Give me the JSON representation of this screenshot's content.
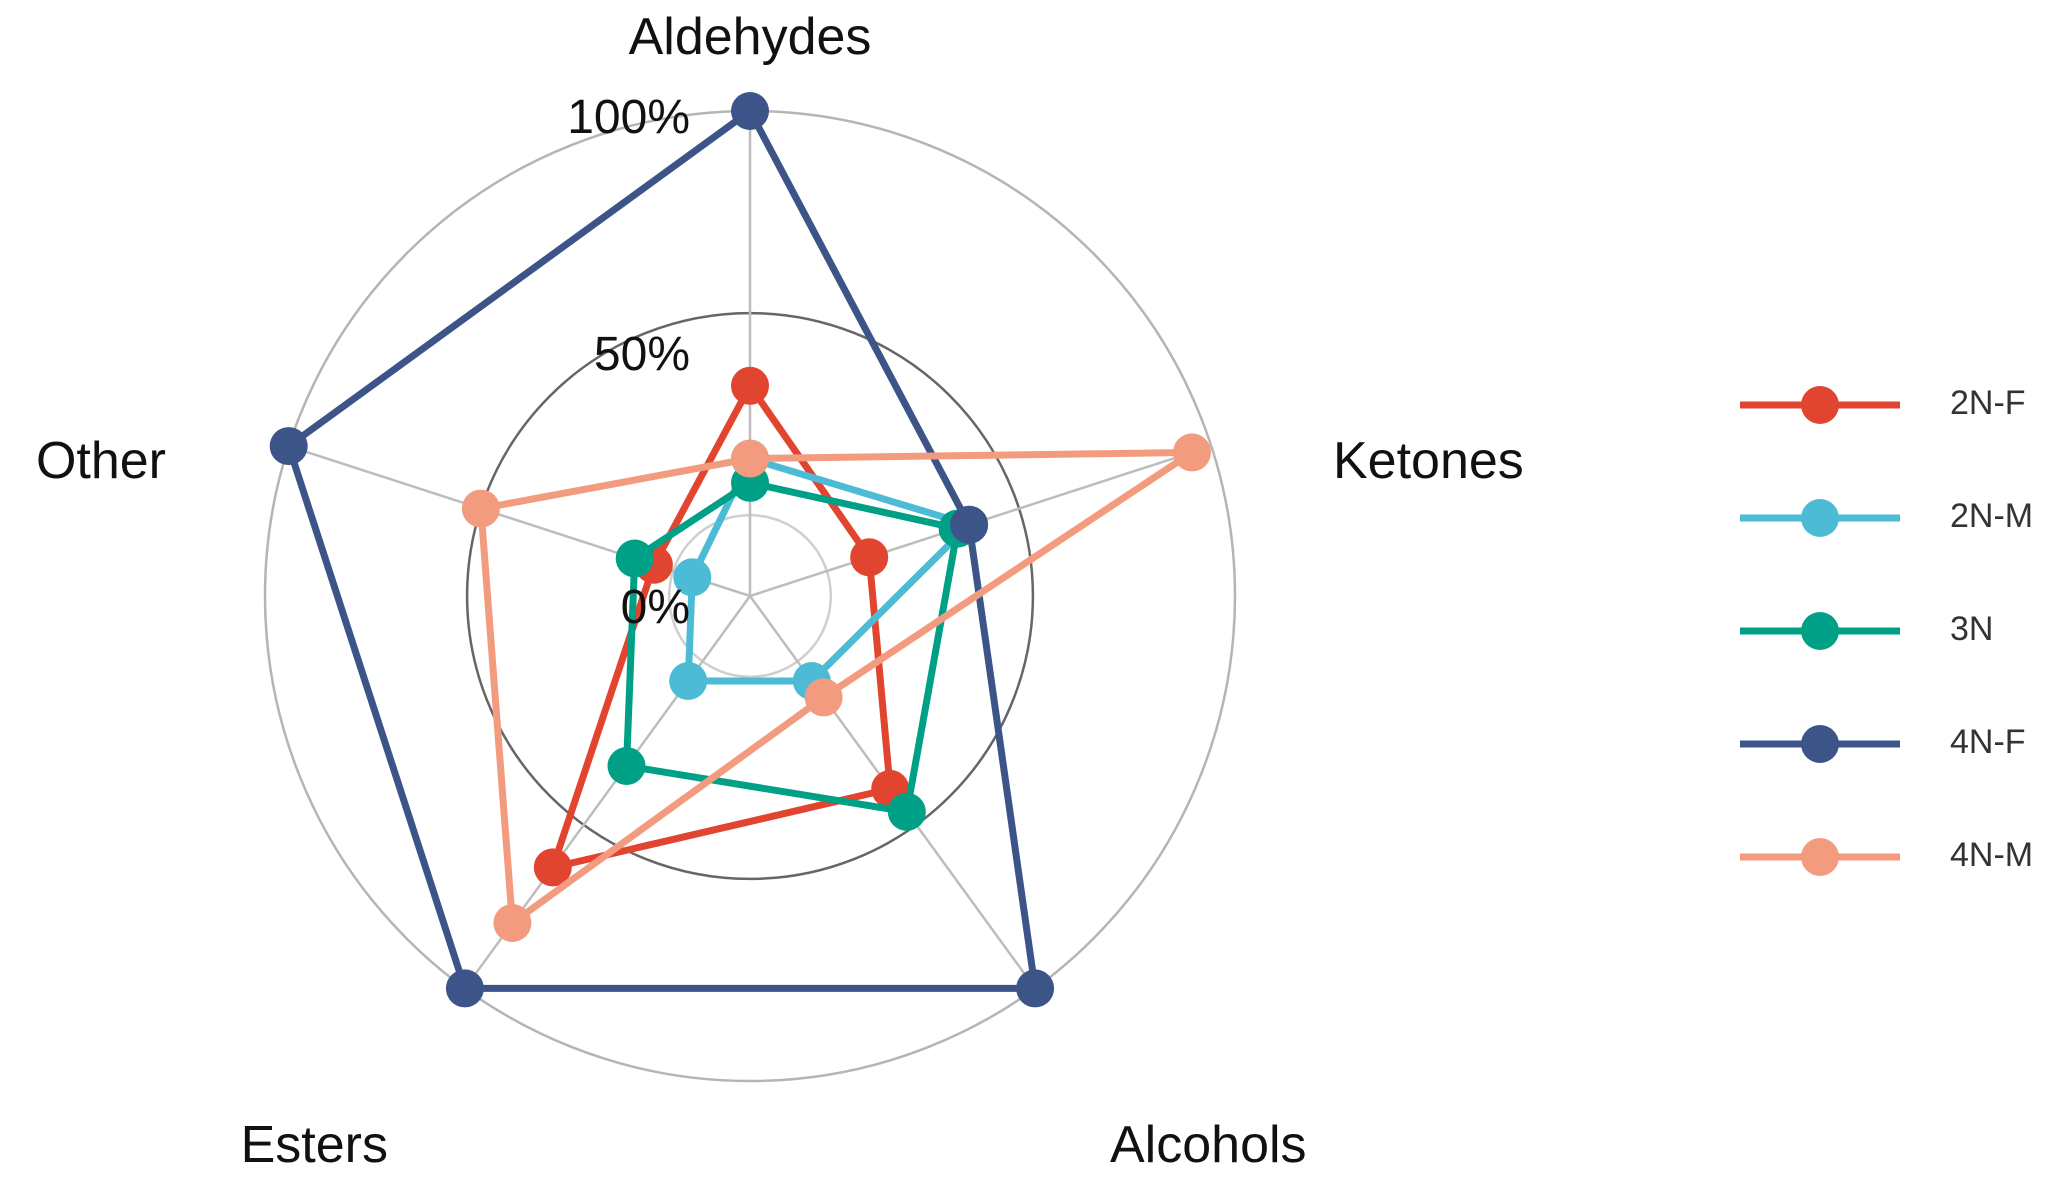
{
  "chart_data": {
    "type": "radar",
    "axes": [
      "Aldehydes",
      "Ketones",
      "Alcohols",
      "Esters",
      "Other"
    ],
    "radial_ticks": [
      "0%",
      "50%",
      "100%"
    ],
    "range": [
      -0.2,
      1.0
    ],
    "series": [
      {
        "name": "2N-F",
        "color": "#E2452F",
        "values": [
          0.32,
          0.11,
          0.39,
          0.63,
          0.05
        ]
      },
      {
        "name": "2N-M",
        "color": "#4DBBD5",
        "values": [
          0.14,
          0.37,
          0.06,
          0.06,
          -0.05
        ]
      },
      {
        "name": "3N",
        "color": "#00A087",
        "values": [
          0.08,
          0.34,
          0.46,
          0.32,
          0.1
        ]
      },
      {
        "name": "4N-F",
        "color": "#3C5488",
        "values": [
          1.0,
          0.37,
          1.0,
          1.0,
          1.0
        ]
      },
      {
        "name": "4N-M",
        "color": "#F39B7F",
        "values": [
          0.14,
          0.95,
          0.11,
          0.8,
          0.5
        ]
      }
    ],
    "legend_position": "right"
  }
}
